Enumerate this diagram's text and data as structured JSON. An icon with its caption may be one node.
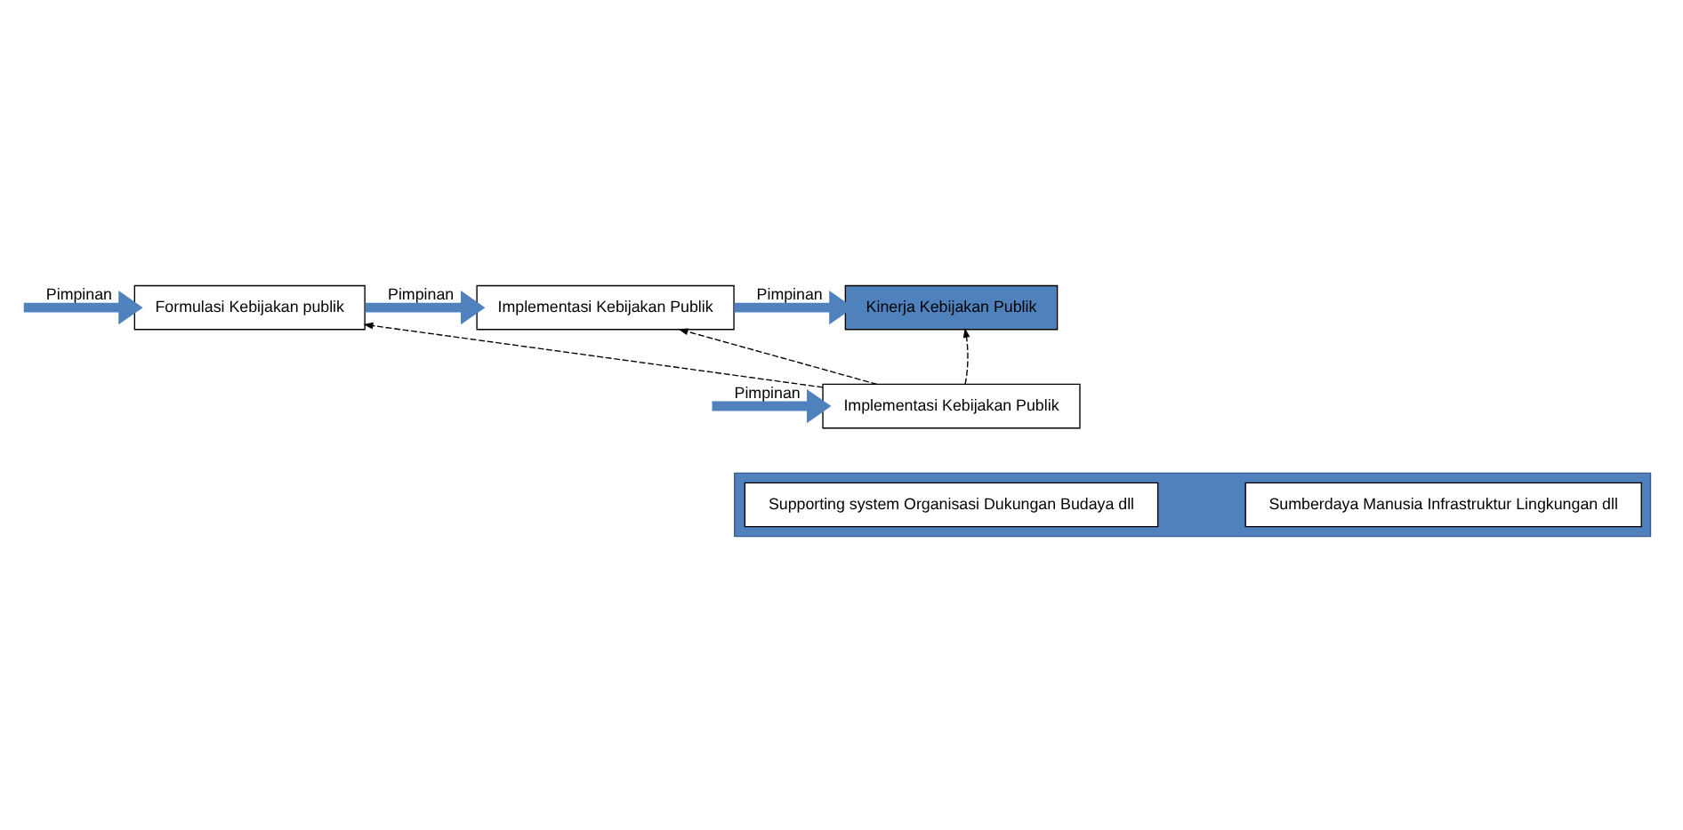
{
  "diagram": {
    "nodes": [
      {
        "text": [
          "Formulasi Kebijakan publik"
        ]
      },
      {
        "text": [
          "Implementasi Kebijakan Publik"
        ]
      },
      {
        "text": [
          "Kinerja Kebijakan Publik"
        ]
      },
      {
        "text": [
          "Implementasi Kebijakan Publik"
        ]
      },
      {
        "text": [],
        "shape": "house"
      },
      {
        "text": [
          "Supporting system Organisasi Dukungan Budaya dll"
        ],
        "in": 4
      },
      {
        "text": [
          "Sumberdaya Manusia Infrastruktur Lingkungan dll"
        ],
        "in": 4
      }
    ],
    "edges": [
      {
        "from": null,
        "to": 0,
        "arrow": "to",
        "label": "Pimpinan",
        "color": "#4f81bd"
      },
      {
        "from": 0,
        "to": 1,
        "arrow": "to",
        "label": "Pimpinan",
        "color": "#4f81bd"
      },
      {
        "from": 1,
        "to": 2,
        "arrow": "to",
        "label": "Pimpinan",
        "color": "#4f81bd"
      },
      {
        "from": null,
        "to": 3,
        "arrow": "to",
        "label": "Pimpinan",
        "color": "#4f81bd"
      },
      {
        "from": 3,
        "to": 0,
        "arrow": "to",
        "style": "dashed",
        "color": "#000000"
      },
      {
        "from": 3,
        "to": 1,
        "arrow": "to",
        "style": "dashed",
        "color": "#000000"
      },
      {
        "from": 3,
        "to": 2,
        "arrow": "to",
        "style": "dashed",
        "color": "#000000"
      }
    ]
  }
}
